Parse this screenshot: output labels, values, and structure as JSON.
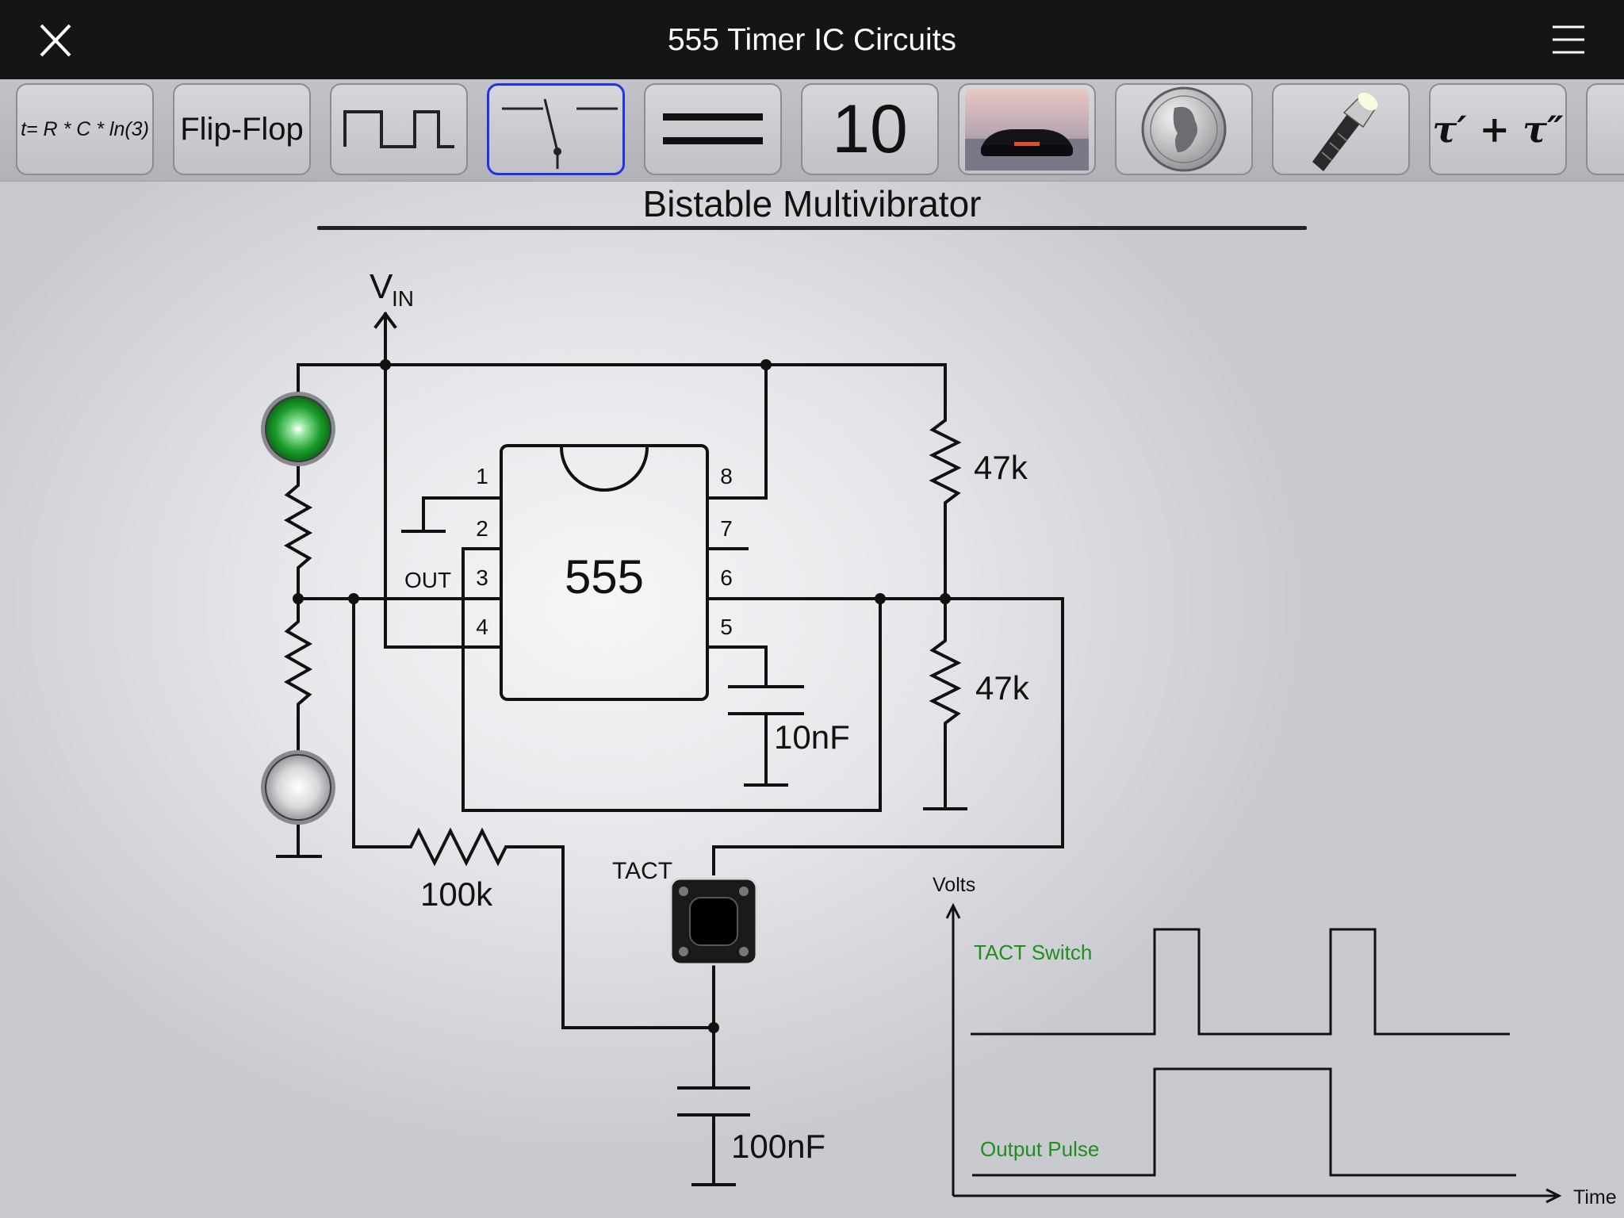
{
  "app": {
    "title": "555 Timer IC Circuits"
  },
  "toolbar": {
    "formula_label": "t= R * C * ln(3)",
    "flipflop_label": "Flip-Flop",
    "counter_label": "10",
    "tau_label": "τ′ + τ″"
  },
  "heading": "Bistable Multivibrator",
  "schematic": {
    "vin": "V",
    "vin_sub": "IN",
    "ic_label": "555",
    "pins": [
      "1",
      "2",
      "3",
      "4",
      "5",
      "6",
      "7",
      "8"
    ],
    "out_label": "OUT",
    "r_top": "47k",
    "r_bottom": "47k",
    "c_small": "10nF",
    "r_input": "100k",
    "tact_label": "TACT",
    "c_large": "100nF",
    "led_top_color": "#1a9b2a",
    "led_bottom_color": "#d8d8d8"
  },
  "timing": {
    "y_label": "Volts",
    "x_label": "Time",
    "tact_series": "TACT Switch",
    "output_series": "Output Pulse",
    "series_color": "#1e8f1e"
  }
}
